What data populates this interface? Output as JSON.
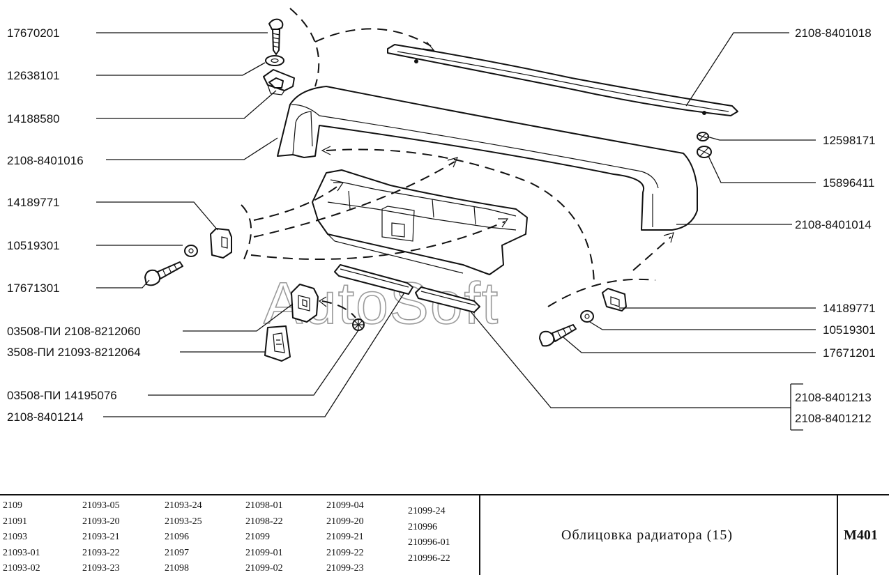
{
  "watermark": "AutoSoft",
  "labels": {
    "l1": "17670201",
    "l2": "12638101",
    "l3": "14188580",
    "l4": "2108-8401016",
    "l5": "14189771",
    "l6": "10519301",
    "l7": "17671301",
    "l8": "03508-ПИ  2108-8212060",
    "l9": "3508-ПИ  21093-8212064",
    "l10": "03508-ПИ  14195076",
    "l11": "2108-8401214",
    "r1": "2108-8401018",
    "r2": "12598171",
    "r3": "15896411",
    "r4": "2108-8401014",
    "r5": "14189771",
    "r6": "10519301",
    "r7": "17671201",
    "r8": "2108-8401213",
    "r9": "2108-8401212"
  },
  "title_block": {
    "models": [
      [
        "2109",
        "21091",
        "21093",
        "21093-01",
        "21093-02"
      ],
      [
        "21093-05",
        "21093-20",
        "21093-21",
        "21093-22",
        "21093-23"
      ],
      [
        "21093-24",
        "21093-25",
        "21096",
        "21097",
        "21098"
      ],
      [
        "21098-01",
        "21098-22",
        "21099",
        "21099-01",
        "21099-02"
      ],
      [
        "21099-04",
        "21099-20",
        "21099-21",
        "21099-22",
        "21099-23"
      ],
      [
        "21099-24",
        "210996",
        "210996-01",
        "210996-22"
      ]
    ],
    "title": "Облицовка радиатора (15)",
    "code": "M401"
  }
}
